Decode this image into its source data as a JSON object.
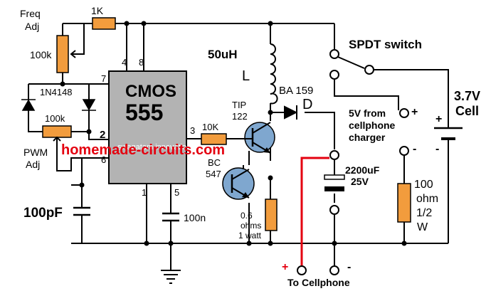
{
  "labels": {
    "freq_adj_1": "Freq",
    "freq_adj_2": "Adj",
    "r_1k": "1K",
    "pot_100k_top": "100k",
    "diode_1n4148": "1N4148",
    "pot_100k_pwm": "100k",
    "pwm_adj_1": "PWM",
    "pwm_adj_2": "Adj",
    "cap_100pf": "100pF",
    "ic_name": "CMOS",
    "ic_part": "555",
    "pin4": "4",
    "pin8": "8",
    "pin7": "7",
    "pin2": "2",
    "pin6": "6",
    "pin1": "1",
    "pin5": "5",
    "pin3": "3",
    "cap_100n": "100n",
    "inductor_value": "50uH",
    "inductor_symbol": "L",
    "diode_ba159": "BA 159",
    "diode_symbol": "D",
    "tip_1": "TIP",
    "tip_2": "122",
    "bc_1": "BC",
    "bc_2": "547",
    "r_10k": "10K",
    "r_sense_1": "0.6",
    "r_sense_2": "ohms",
    "r_sense_3": "1 watt",
    "spdt": "SPDT switch",
    "charger_1": "5V from",
    "charger_2": "cellphone",
    "charger_3": "charger",
    "cap_2200_1": "2200uF",
    "cap_2200_2": "25V",
    "cell_1": "3.7V",
    "cell_2": "Cell",
    "res_100_1": "100",
    "res_100_2": "ohm",
    "res_100_3": "1/2",
    "res_100_4": "W",
    "plus_charger": "+",
    "minus_charger": "-",
    "plus_cell": "+",
    "minus_cell": "-",
    "plus_out": "+",
    "minus_out": "-",
    "to_cellphone": "To Cellphone"
  },
  "watermarks": {
    "swagatam": "swagatam innovations",
    "homemade": "homemade-circuits.com"
  },
  "colors": {
    "wire": "#000000",
    "resistor_fill": "#f29c3d",
    "ic_fill": "#b3b3b3",
    "transistor_fill": "#7fa7cf",
    "positive_wire": "#e4000f",
    "watermark_red": "#e4000f"
  }
}
